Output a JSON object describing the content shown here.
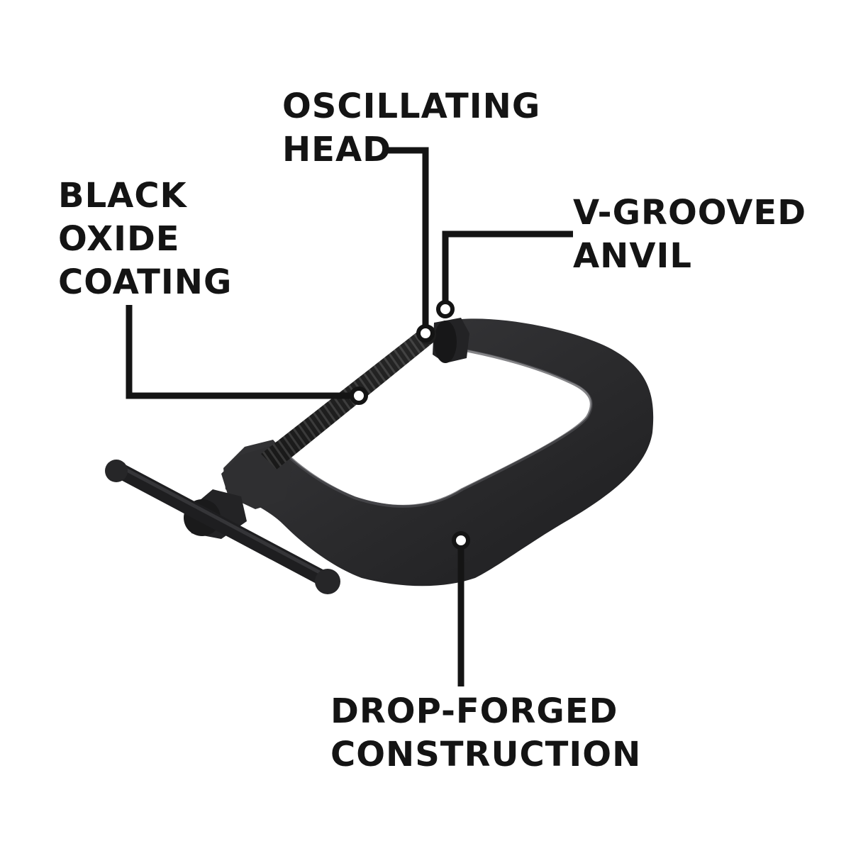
{
  "callouts": {
    "oscillating_head": {
      "line1": "OSCILLATING",
      "line2": "HEAD"
    },
    "black_oxide": {
      "line1": "BLACK",
      "line2": "OXIDE",
      "line3": "COATING"
    },
    "v_grooved_anvil": {
      "line1": "V-GROOVED",
      "line2": "ANVIL"
    },
    "drop_forged": {
      "line1": "DROP-FORGED",
      "line2": "CONSTRUCTION"
    }
  },
  "colors": {
    "background": "#ffffff",
    "text": "#141414",
    "leader_line": "#141414",
    "clamp_body": "#2b2b2d"
  }
}
